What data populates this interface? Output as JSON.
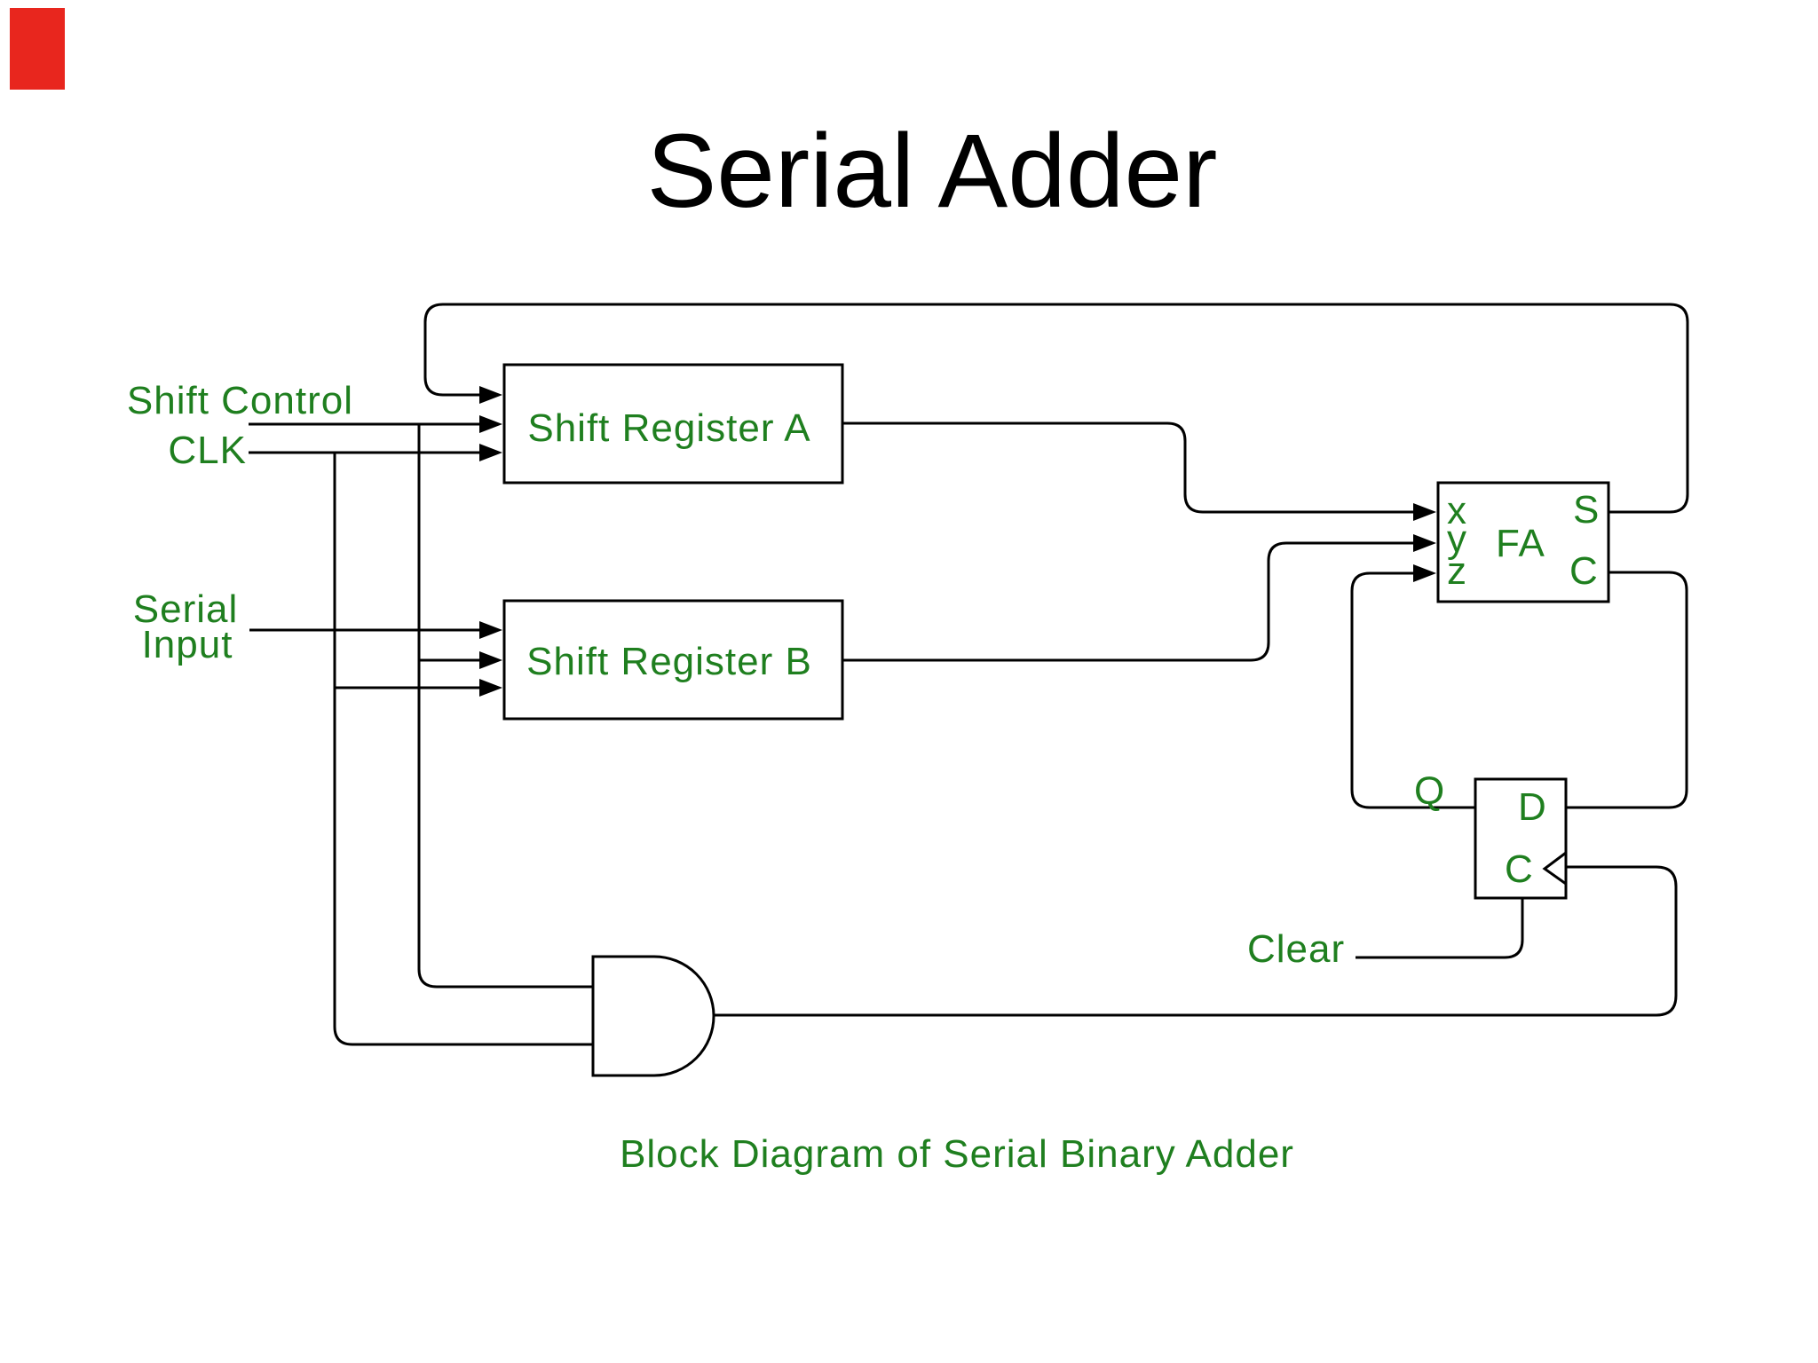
{
  "slide": {
    "title": "Serial Adder",
    "caption": "Block Diagram of Serial Binary Adder",
    "accent_bar_color": "#e8261e"
  },
  "colors": {
    "label_green": "#1f7f1f",
    "line_black": "#000000"
  },
  "diagram": {
    "inputs": {
      "shift_control": "Shift Control",
      "clk": "CLK",
      "serial_line1": "Serial",
      "serial_line2": "Input",
      "clear": "Clear"
    },
    "blocks": {
      "shift_register_a": "Shift Register A",
      "shift_register_b": "Shift Register B",
      "full_adder": "FA"
    },
    "full_adder_ports": {
      "x": "x",
      "y": "y",
      "z": "z",
      "sum": "S",
      "carry": "C"
    },
    "flip_flop_ports": {
      "q": "Q",
      "d": "D",
      "clock": "C"
    }
  }
}
